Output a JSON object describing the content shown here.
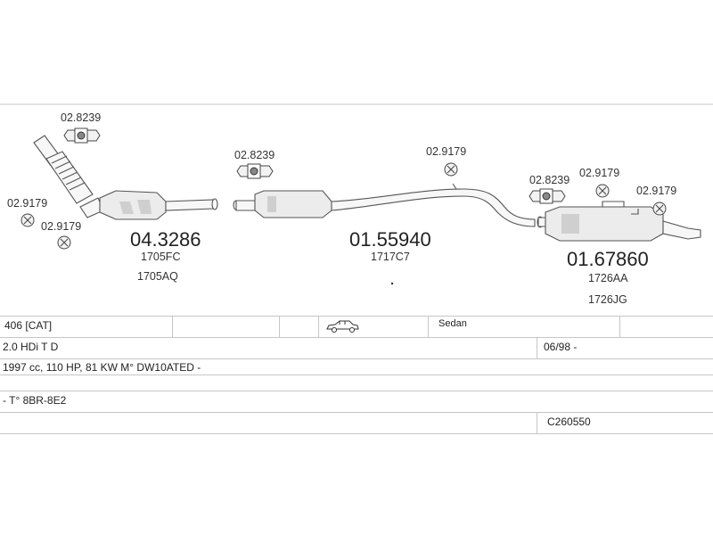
{
  "parts": {
    "clamp_a": "02.8239",
    "nut_left_a": "02.9179",
    "nut_left_b": "02.9179",
    "front_pipe_code": "04.3286",
    "front_pipe_ref1": "1705FC",
    "front_pipe_ref2": "1705AQ",
    "clamp_b": "02.8239",
    "middle_code": "01.55940",
    "middle_ref1": "1717C7",
    "nut_mid": "02.9179",
    "clamp_c": "02.8239",
    "nut_right_a": "02.9179",
    "nut_right_b": "02.9179",
    "rear_code": "01.67860",
    "rear_ref1": "1726AA",
    "rear_ref2": "1726JG"
  },
  "table": {
    "row1": {
      "model": "406  [CAT]",
      "body": "Sedan"
    },
    "row2": {
      "engine": "2.0 HDi T D",
      "date": "06/98 -"
    },
    "row3": {
      "spec": "1997 cc, 110 HP, 81 KW M° DW10ATED -"
    },
    "row4": {
      "type": "- T° 8BR-8E2"
    },
    "row5": {
      "ref": "C260550"
    }
  },
  "icons": {
    "car": "sedan-car-icon"
  }
}
